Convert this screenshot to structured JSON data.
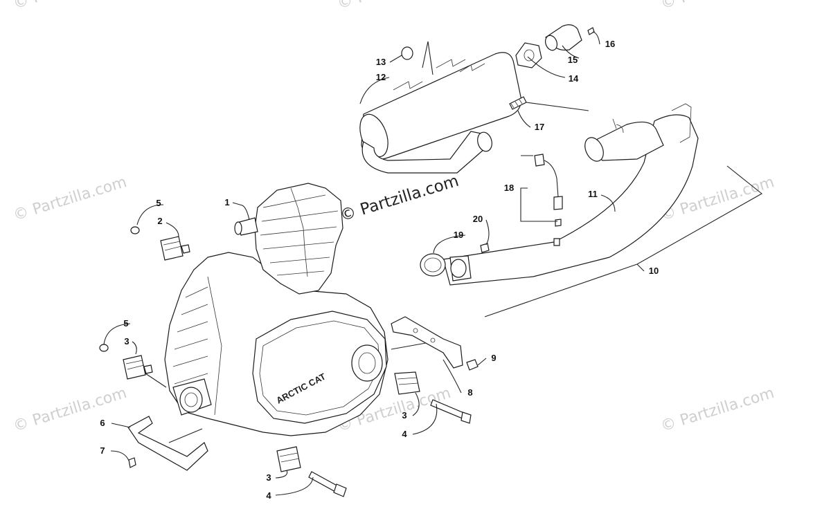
{
  "watermark": {
    "text": "© Partzilla.com",
    "main_text": "© Partzilla.com"
  },
  "callouts": {
    "c1": "1",
    "c2": "2",
    "c3a": "3",
    "c3b": "3",
    "c3c": "3",
    "c4a": "4",
    "c4b": "4",
    "c5a": "5",
    "c5b": "5",
    "c6": "6",
    "c7": "7",
    "c8": "8",
    "c9": "9",
    "c10": "10",
    "c11": "11",
    "c12": "12",
    "c13": "13",
    "c14": "14",
    "c15": "15",
    "c16": "16",
    "c17": "17",
    "c18": "18",
    "c19": "19",
    "c20": "20"
  },
  "engine_cover_text": "ARCTIC CAT"
}
